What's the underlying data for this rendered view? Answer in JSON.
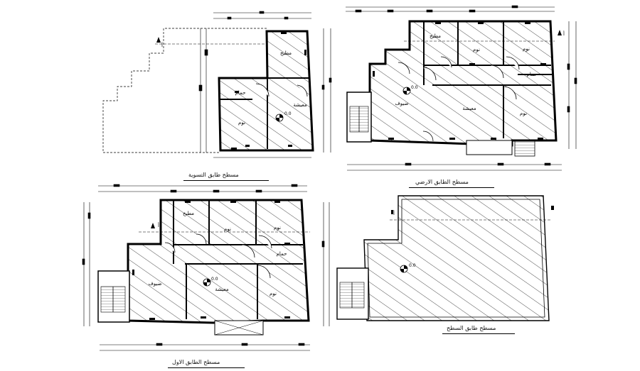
{
  "sheet": {
    "background": "#ffffff",
    "line_color": "#000000",
    "plans": [
      {
        "title": "مسطح طابق التسوية",
        "rooms": {
          "kitchen": "مطبخ",
          "bath": "حمام",
          "bedroom": "نوم",
          "living": "معيشة"
        },
        "level": "0.0",
        "section_mark": "أ"
      },
      {
        "title": "مسطح الطابق الارضي",
        "rooms": {
          "kitchen": "مطبخ",
          "bedroom1": "نوم",
          "bedroom2": "نوم",
          "bath": "حمام",
          "guests": "ضيوف",
          "living": "معيشة",
          "bedroom3": "نوم"
        },
        "level": "0.0",
        "section_mark": "أ"
      },
      {
        "title": "مسطح الطابق الاول",
        "rooms": {
          "kitchen": "مطبخ",
          "bedroom1": "نوم",
          "bedroom2": "نوم",
          "bath": "حمام",
          "guests": "ضيوف",
          "living": "معيشة",
          "bedroom3": "نوم"
        },
        "level": "0.0",
        "section_mark": "أ"
      },
      {
        "title": "مسطح طابق السطح",
        "rooms": {},
        "level": "0.0",
        "section_mark": "أ"
      }
    ]
  }
}
